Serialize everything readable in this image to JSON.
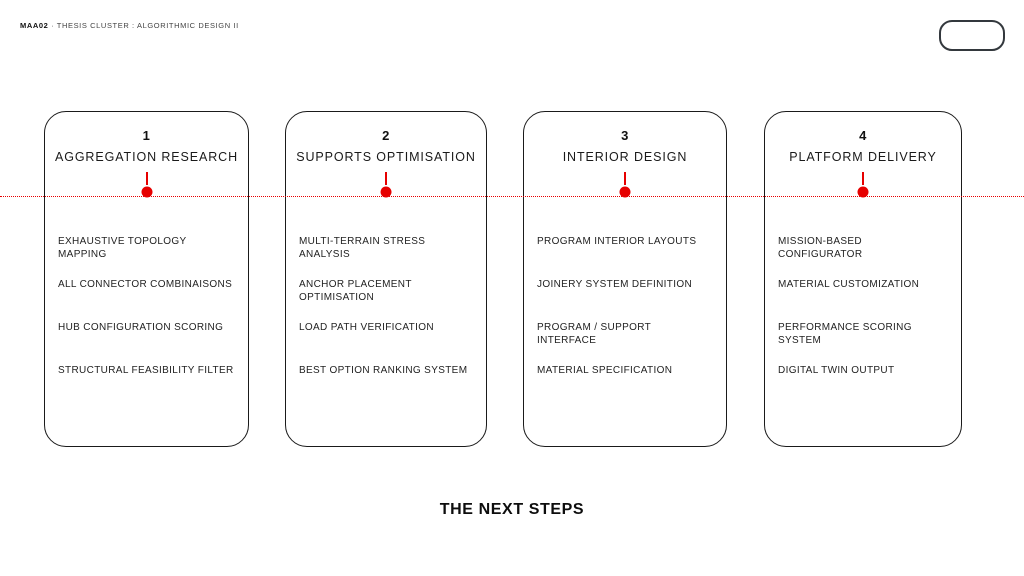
{
  "header": {
    "code": "MAA02",
    "rest": " · THESIS CLUSTER : ALGORITHMIC DESIGN II"
  },
  "logo": {
    "name": "rounded-outline-logo"
  },
  "colors": {
    "accent_red": "#e60000",
    "card_border": "#1a1a1a",
    "text_dark": "#222222"
  },
  "timeline": {
    "style": "dotted-red-line",
    "marker": "red-dot"
  },
  "cards": [
    {
      "number": "1",
      "title": "AGGREGATION RESEARCH",
      "items": [
        "EXHAUSTIVE TOPOLOGY MAPPING",
        "ALL CONNECTOR COMBINAISONS",
        "HUB CONFIGURATION SCORING",
        "STRUCTURAL FEASIBILITY FILTER"
      ]
    },
    {
      "number": "2",
      "title": "SUPPORTS OPTIMISATION",
      "items": [
        "MULTI-TERRAIN STRESS ANALYSIS",
        "ANCHOR PLACEMENT OPTIMISATION",
        "LOAD PATH VERIFICATION",
        "BEST OPTION RANKING SYSTEM"
      ]
    },
    {
      "number": "3",
      "title": "INTERIOR DESIGN",
      "items": [
        "PROGRAM INTERIOR LAYOUTS",
        "JOINERY SYSTEM DEFINITION",
        "PROGRAM / SUPPORT INTERFACE",
        "MATERIAL SPECIFICATION"
      ]
    },
    {
      "number": "4",
      "title": "PLATFORM DELIVERY",
      "items": [
        "MISSION-BASED CONFIGURATOR",
        "MATERIAL CUSTOMIZATION",
        "PERFORMANCE SCORING SYSTEM",
        "DIGITAL TWIN OUTPUT"
      ]
    }
  ],
  "footer": {
    "title": "THE NEXT STEPS"
  }
}
